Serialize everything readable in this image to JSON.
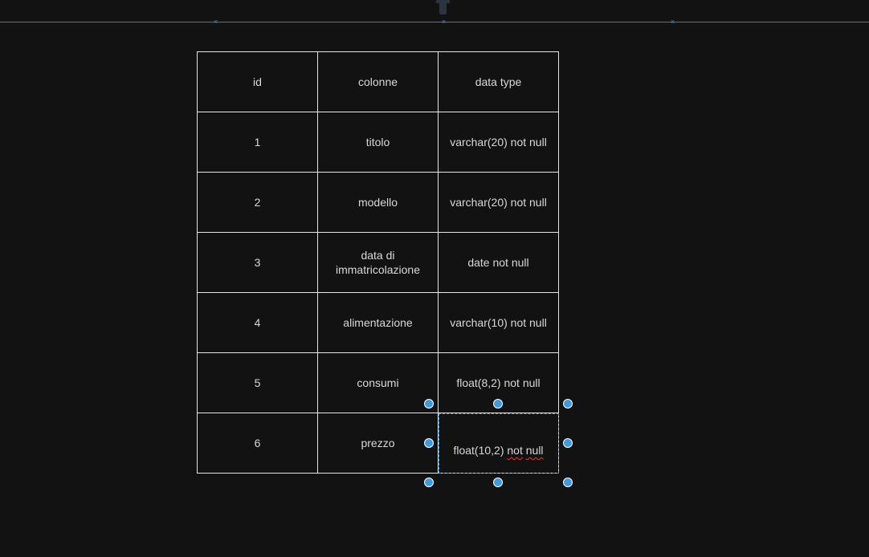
{
  "table": {
    "header": [
      "id",
      "colonne",
      "data type"
    ],
    "rows": [
      [
        "1",
        "titolo",
        "varchar(20) not null"
      ],
      [
        "2",
        "modello",
        "varchar(20) not null"
      ],
      [
        "3",
        "data di\nimmatricolazione",
        "date not null"
      ],
      [
        "4",
        "alimentazione",
        "varchar(10) not null"
      ],
      [
        "5",
        "consumi",
        "float(8,2) not null"
      ],
      [
        "6",
        "prezzo",
        "float(10,2) not null"
      ]
    ]
  },
  "selected_cell": {
    "prefix": "float(10,2) ",
    "misspelled_1": "not",
    "space": " ",
    "misspelled_2": "null"
  },
  "colors": {
    "background": "#121212",
    "cell_border": "#e6e6e6",
    "text": "#d8d8d8",
    "selection_accent": "#3d9be0",
    "spellcheck_underline": "#e04040"
  }
}
